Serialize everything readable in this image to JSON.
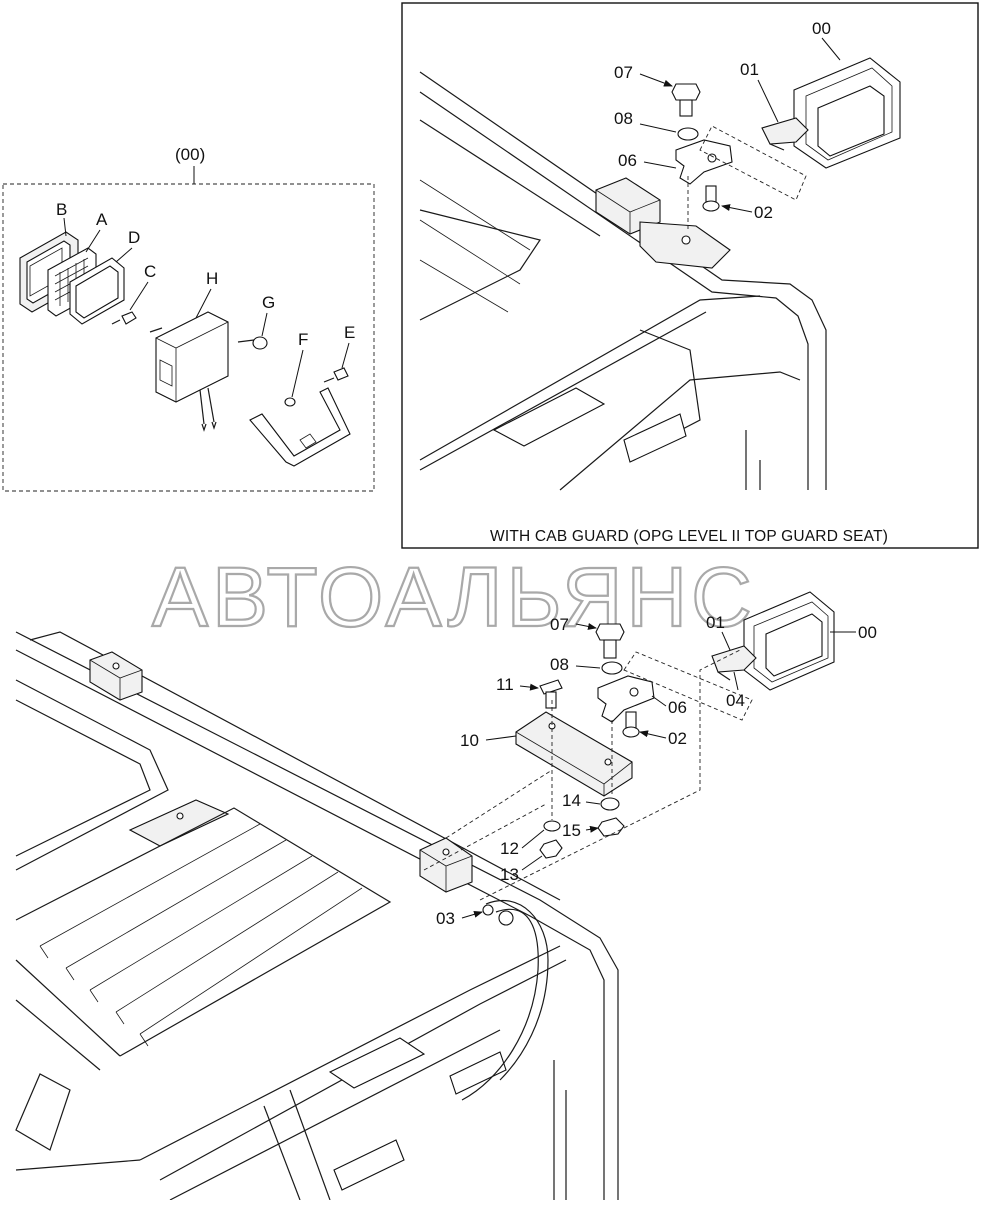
{
  "watermark": "АВТОАЛЬЯНС",
  "inset_caption": "WITH CAB GUARD (OPG LEVEL II TOP GUARD SEAT)",
  "exploded_view": {
    "title": "(00)",
    "labels": [
      "B",
      "A",
      "D",
      "C",
      "H",
      "G",
      "F",
      "E"
    ]
  },
  "inset_labels": [
    "00",
    "07",
    "01",
    "08",
    "06",
    "02"
  ],
  "main_labels": [
    "07",
    "01",
    "00",
    "08",
    "11",
    "06",
    "04",
    "10",
    "02",
    "14",
    "12",
    "15",
    "13",
    "03"
  ]
}
